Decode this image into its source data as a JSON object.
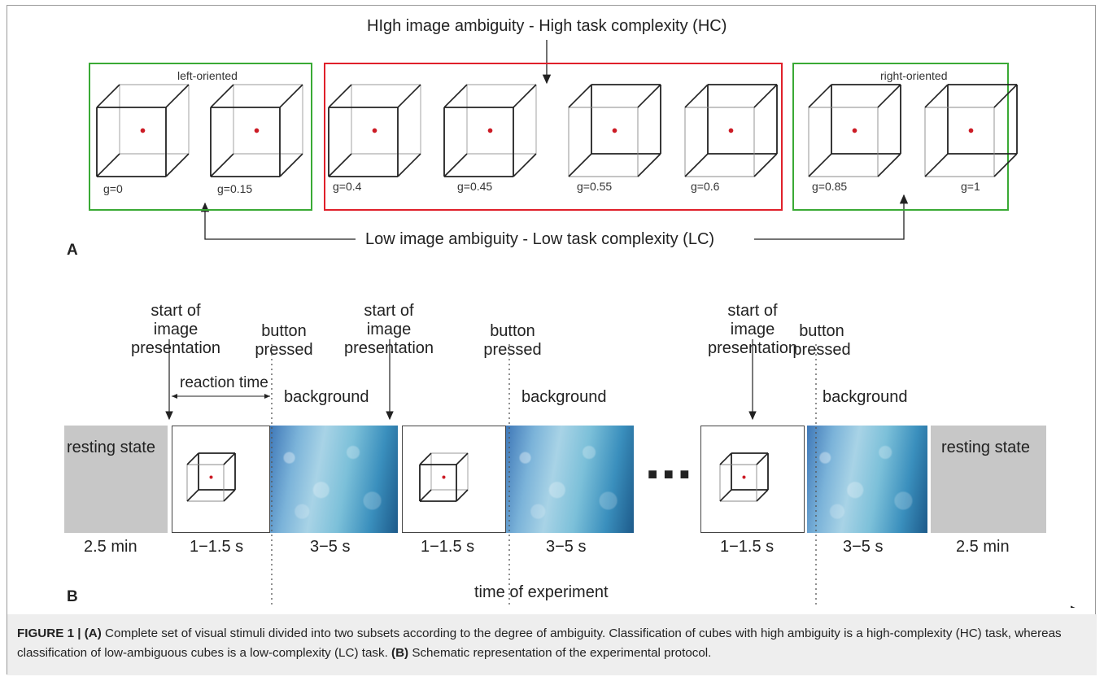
{
  "panel_a": {
    "title_hc": "HIgh image ambiguity - High task complexity (HC)",
    "title_lc": "Low image ambiguity - Low task complexity (LC)",
    "group_left_label": "left-oriented",
    "group_right_label": "right-oriented",
    "cubes": [
      {
        "label": "g=0"
      },
      {
        "label": "g=0.15"
      },
      {
        "label": "g=0.4"
      },
      {
        "label": "g=0.45"
      },
      {
        "label": "g=0.55"
      },
      {
        "label": "g=0.6"
      },
      {
        "label": "g=0.85"
      },
      {
        "label": "g=1"
      }
    ],
    "letter": "A",
    "colors": {
      "low_box": "#3aaa35",
      "high_box": "#e0202a",
      "dot": "#cc1b25"
    }
  },
  "panel_b": {
    "letter": "B",
    "resting_state": "resting state",
    "background": "background",
    "reaction_time": "reaction time",
    "start_line1": "start of",
    "start_line2": "image",
    "start_line3": "presentation",
    "button_line1": "button",
    "button_line2": "pressed",
    "dur_rest": "2.5 min",
    "dur_image": "1−1.5 s",
    "dur_bg": "3−5 s",
    "ellipsis": "■ ■ ■",
    "axis_label": "time of experiment"
  },
  "caption": {
    "prefix": "FIGURE 1 | ",
    "a_tag": "(A)",
    "a_text": " Complete set of visual stimuli divided into two subsets according to the degree of ambiguity. Classification of cubes with high ambiguity is a high-complexity (HC) task, whereas classification of low-ambiguous cubes is a low-complexity (LC) task. ",
    "b_tag": "(B)",
    "b_text": " Schematic representation of the experimental protocol."
  }
}
